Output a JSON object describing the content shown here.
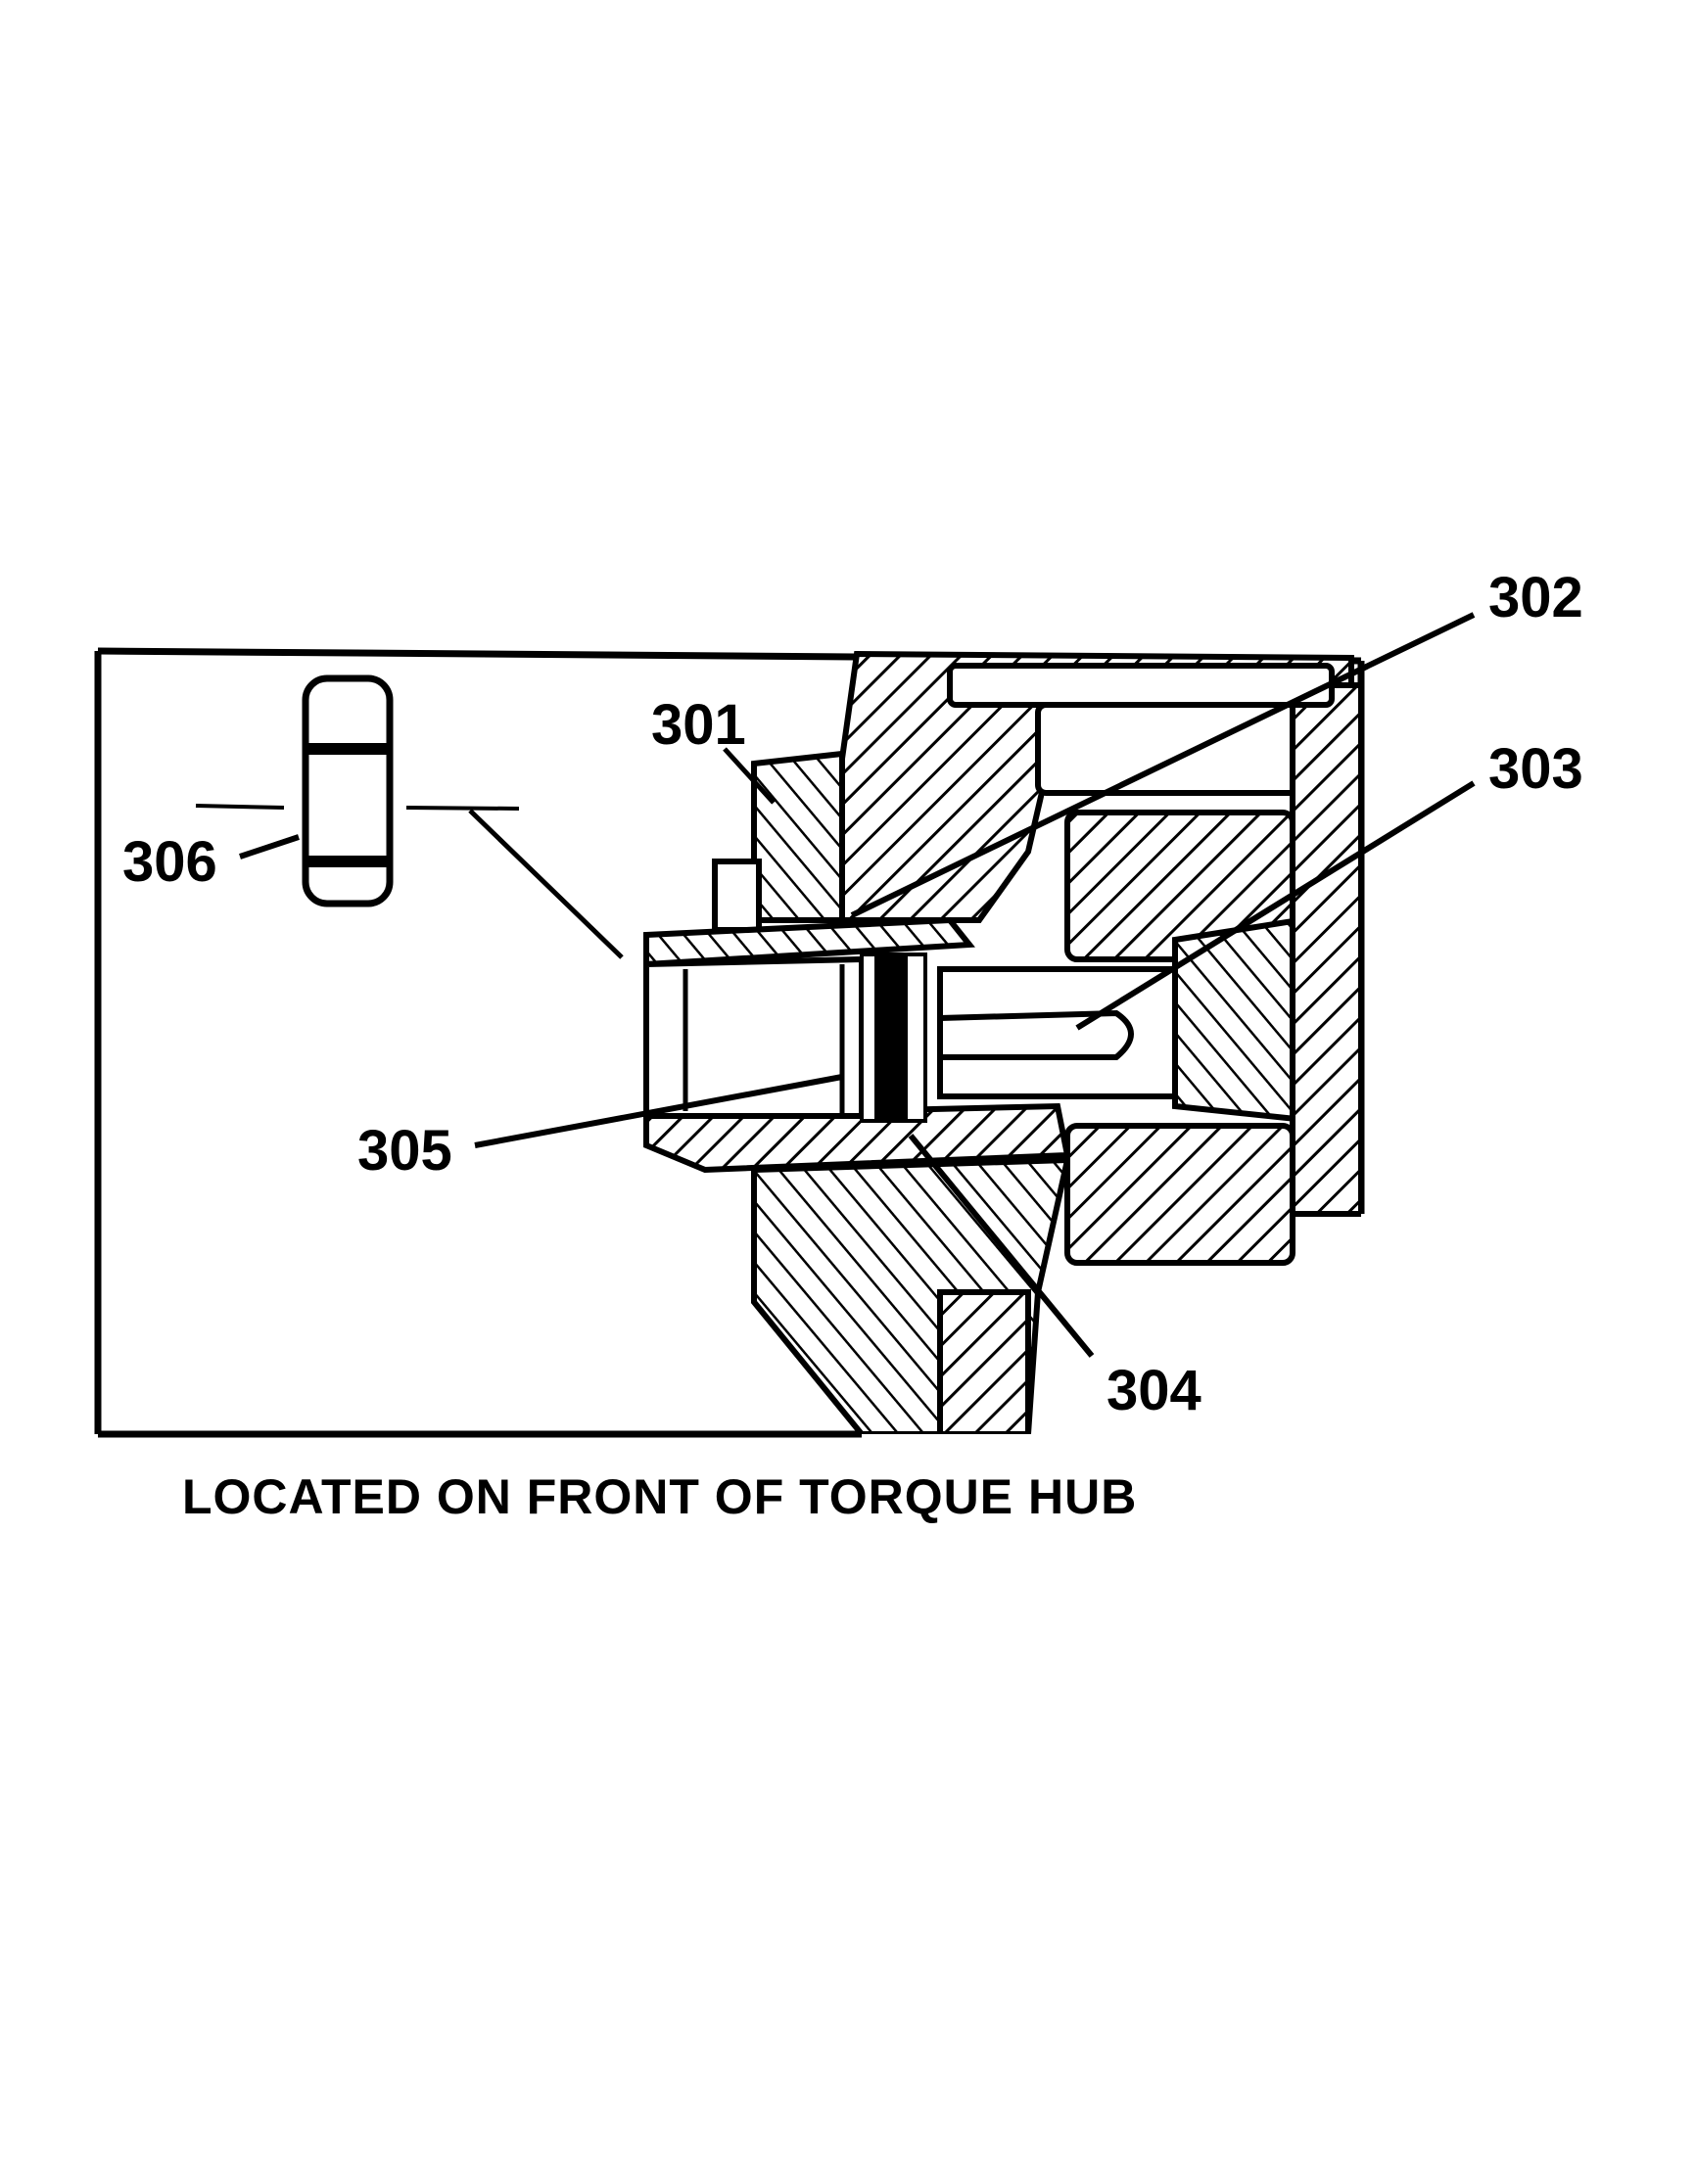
{
  "callouts": {
    "c301": "301",
    "c302": "302",
    "c303": "303",
    "c304": "304",
    "c305": "305",
    "c306": "306"
  },
  "caption": "LOCATED ON FRONT OF TORQUE HUB",
  "colors": {
    "ink": "#000000",
    "paper": "#ffffff"
  }
}
